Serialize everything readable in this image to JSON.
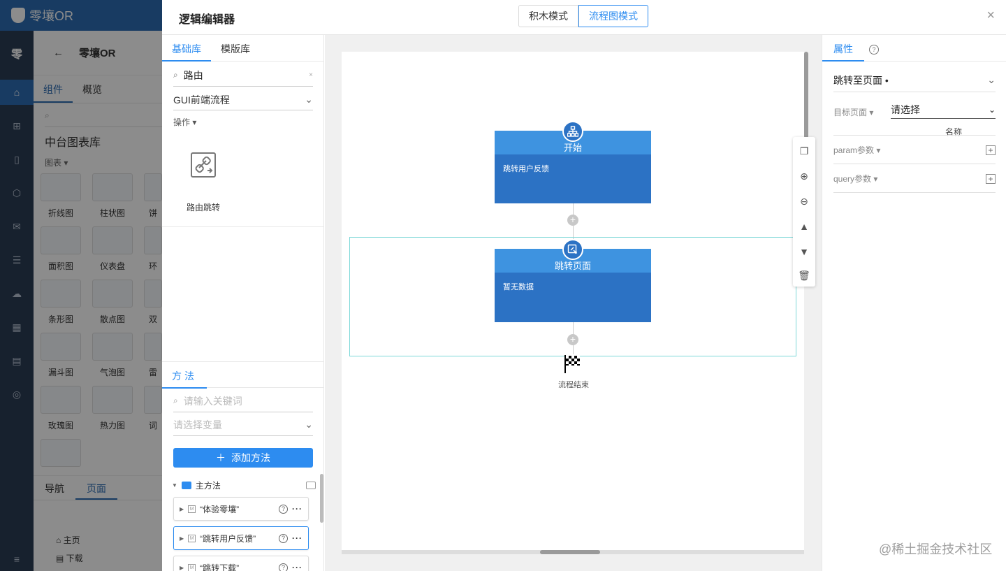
{
  "background_app": {
    "logo_text": "零壤OR",
    "app_name": "零壤OR",
    "rail_label": "零",
    "tabs": [
      "组件",
      "概览"
    ],
    "library_title": "中台图表库",
    "category": "图表",
    "charts": [
      "折线图",
      "柱状图",
      "饼",
      "面积图",
      "仪表盘",
      "环",
      "条形图",
      "散点图",
      "双",
      "漏斗图",
      "气泡图",
      "雷",
      "玫瑰图",
      "热力图",
      "词"
    ],
    "nav_tabs": [
      "导航",
      "页面"
    ],
    "pages": [
      "主页",
      "下载"
    ]
  },
  "modal": {
    "title": "逻辑编辑器",
    "modes": [
      "积木模式",
      "流程图模式"
    ],
    "close": "×"
  },
  "library": {
    "tabs": [
      "基础库",
      "模版库"
    ],
    "search_value": "路由",
    "search_clear": "×",
    "flow_select": "GUI前端流程",
    "operation_label": "操作",
    "component_name": "路由跳转"
  },
  "methods": {
    "tab": "方法",
    "search_placeholder": "请输入关键词",
    "variable_placeholder": "请选择变量",
    "add_button": "添加方法",
    "add_icon": "＋",
    "root_folder": "主方法",
    "items": [
      "“体验零壤”",
      "“跳转用户反馈”",
      "“跳转下载”"
    ]
  },
  "flow": {
    "start_node": {
      "title": "开始",
      "body": "跳转用户反馈"
    },
    "jump_node": {
      "title": "跳转页面",
      "body": "暂无数据"
    },
    "end_label": "流程结束"
  },
  "properties": {
    "tab": "属性",
    "help": "?",
    "section": "跳转至页面",
    "target_label": "目标页面",
    "target_value": "请选择",
    "name_label": "名称",
    "param_label": "param参数",
    "query_label": "query参数"
  },
  "watermark": "@稀土掘金技术社区",
  "colors": {
    "primary": "#2d8cf0",
    "node_head": "#3e93e0",
    "node_body": "#2c72c4",
    "brand": "#2d6cb3"
  }
}
